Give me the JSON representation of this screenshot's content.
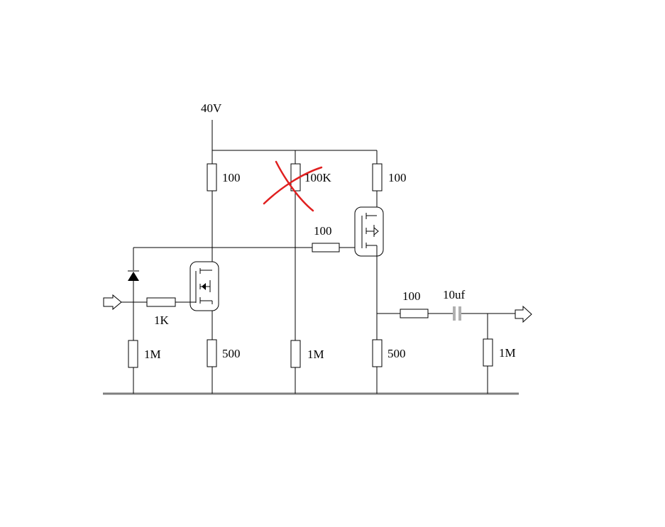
{
  "colors": {
    "wire": "#000000",
    "ground_rail": "#7f7f7f",
    "capacitor": "#b0b0b0",
    "cross_out_mark": "#e02020",
    "background": "#ffffff"
  },
  "labels": {
    "supply": "40V",
    "r_drain1": "100",
    "r_bias_top": "100K",
    "r_drain2": "100",
    "r_gate2": "100",
    "r_gate1": "1K",
    "r_input": "1M",
    "r_source1": "500",
    "r_bias_bottom": "1M",
    "r_source2": "500",
    "r_out_series": "100",
    "c_out": "10uf",
    "r_load": "1M"
  },
  "symbols": [
    "input-arrow-icon",
    "output-arrow-icon",
    "diode-icon",
    "mosfet-icon",
    "capacitor-icon",
    "cross-out-icon"
  ]
}
